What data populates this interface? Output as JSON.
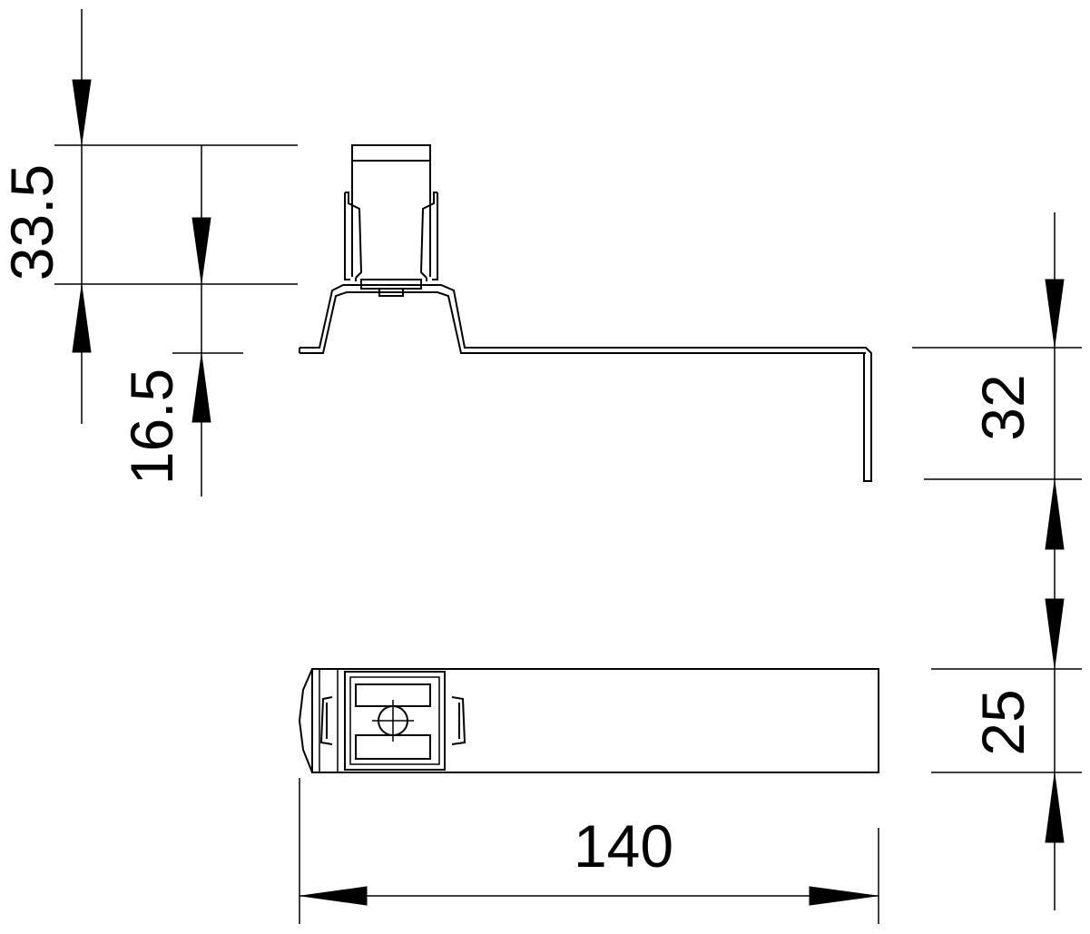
{
  "drawing": {
    "dimensions": {
      "total_height": "33.5",
      "base_height": "16.5",
      "bend_depth": "32",
      "strip_width": "25",
      "length": "140"
    }
  }
}
